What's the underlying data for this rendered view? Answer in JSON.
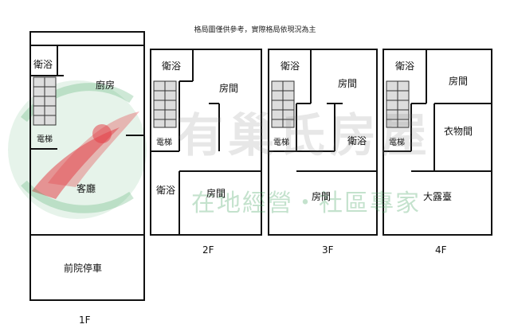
{
  "note": "格局圖僅供參考，實際格局依現況為主",
  "floors": {
    "f1": {
      "label": "1F",
      "rooms": {
        "bath": "衛浴",
        "kitchen": "廚房",
        "elevator": "電梯",
        "living": "客廳",
        "parking": "前院停車"
      }
    },
    "f2": {
      "label": "2F",
      "rooms": {
        "bath_top": "衛浴",
        "bedroom_top": "房間",
        "elevator": "電梯",
        "bath_bottom": "衛浴",
        "bedroom_bottom": "房間"
      }
    },
    "f3": {
      "label": "3F",
      "rooms": {
        "bath_top": "衛浴",
        "bedroom_top": "房間",
        "elevator": "電梯",
        "bath_mid": "衛浴",
        "bedroom_bottom": "房間"
      }
    },
    "f4": {
      "label": "4F",
      "rooms": {
        "bath": "衛浴",
        "bedroom": "房間",
        "elevator": "電梯",
        "closet": "衣物間",
        "terrace": "大露臺"
      }
    }
  },
  "watermark": {
    "title": "有巢氏房屋",
    "subtitle": "在地經營‧社區專家"
  },
  "colors": {
    "line": "#111111",
    "logo_green": "#3aa35a",
    "logo_red": "#e3444a",
    "watermark_gray": "#9a9a9a"
  },
  "icons": {
    "logo": "crane-bird-logo-icon",
    "stairs": "stairs-icon"
  }
}
